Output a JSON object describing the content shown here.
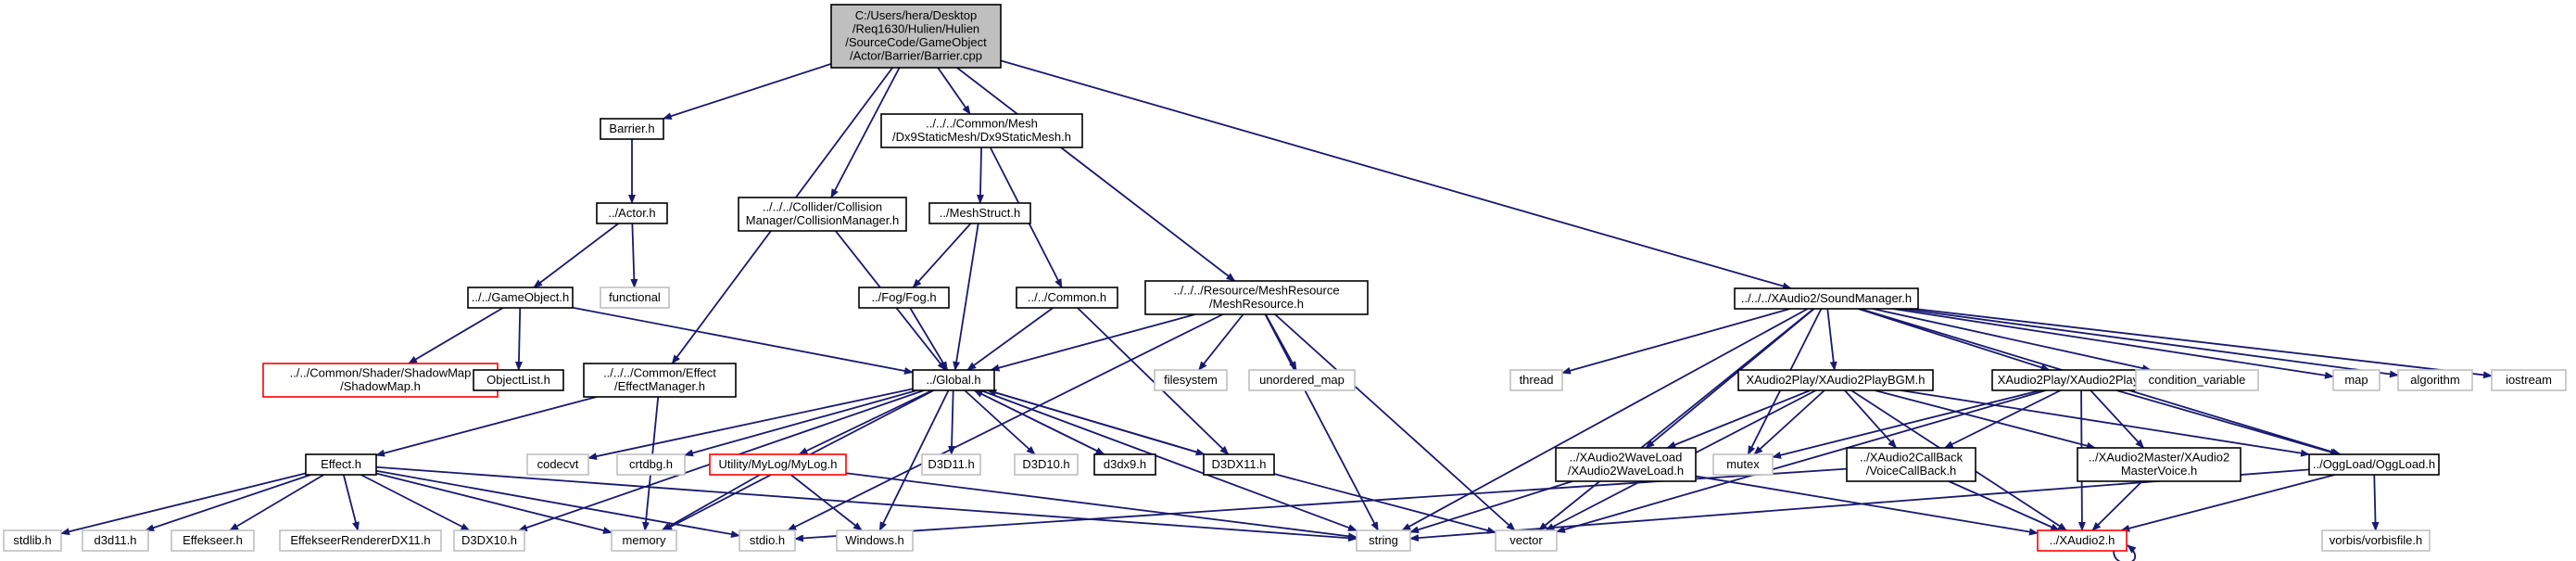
{
  "colors": {
    "edge": "#191970",
    "root_fill": "#bfbfbf",
    "node_border": "#000000",
    "external_border": "#bfbfbf",
    "external_text": "#7f7f7f",
    "incomplete_border": "#ff0000",
    "background": "#ffffff"
  },
  "nodes": [
    {
      "id": "root",
      "kind": "root",
      "lines": [
        "C:/Users/hera/Desktop",
        "/Req1630/Hulien/Hulien",
        "/SourceCode/GameObject",
        "/Actor/Barrier/Barrier.cpp"
      ]
    },
    {
      "id": "barrier_h",
      "kind": "normal",
      "lines": [
        "Barrier.h"
      ]
    },
    {
      "id": "actor_h",
      "kind": "normal",
      "lines": [
        "../Actor.h"
      ]
    },
    {
      "id": "gameobject_h",
      "kind": "normal",
      "lines": [
        "../../GameObject.h"
      ]
    },
    {
      "id": "functional",
      "kind": "external",
      "lines": [
        "functional"
      ]
    },
    {
      "id": "shadowmap_h",
      "kind": "incomplete",
      "lines": [
        "../../Common/Shader/ShadowMap",
        "/ShadowMap.h"
      ]
    },
    {
      "id": "objectlist_h",
      "kind": "normal",
      "lines": [
        "ObjectList.h"
      ]
    },
    {
      "id": "effectmanager_h",
      "kind": "normal",
      "lines": [
        "../../../Common/Effect",
        "/EffectManager.h"
      ]
    },
    {
      "id": "effect_h",
      "kind": "normal",
      "lines": [
        "Effect.h"
      ]
    },
    {
      "id": "stdlib_h",
      "kind": "external",
      "lines": [
        "stdlib.h"
      ]
    },
    {
      "id": "d3d11_lower",
      "kind": "external",
      "lines": [
        "d3d11.h"
      ]
    },
    {
      "id": "effekseer_h",
      "kind": "external",
      "lines": [
        "Effekseer.h"
      ]
    },
    {
      "id": "effekseer_dx11",
      "kind": "external",
      "lines": [
        "EffekseerRendererDX11.h"
      ]
    },
    {
      "id": "d3dx10_h",
      "kind": "external",
      "lines": [
        "D3DX10.h"
      ]
    },
    {
      "id": "memory",
      "kind": "external",
      "lines": [
        "memory"
      ]
    },
    {
      "id": "stdio_h",
      "kind": "external",
      "lines": [
        "stdio.h"
      ]
    },
    {
      "id": "windows_h",
      "kind": "external",
      "lines": [
        "Windows.h"
      ]
    },
    {
      "id": "string",
      "kind": "external",
      "lines": [
        "string"
      ]
    },
    {
      "id": "vector",
      "kind": "external",
      "lines": [
        "vector"
      ]
    },
    {
      "id": "collision_h",
      "kind": "normal",
      "lines": [
        "../../../Collider/Collision",
        "Manager/CollisionManager.h"
      ]
    },
    {
      "id": "dx9mesh_h",
      "kind": "normal",
      "lines": [
        "../../../Common/Mesh",
        "/Dx9StaticMesh/Dx9StaticMesh.h"
      ]
    },
    {
      "id": "meshstruct_h",
      "kind": "normal",
      "lines": [
        "../MeshStruct.h"
      ]
    },
    {
      "id": "fog_h",
      "kind": "normal",
      "lines": [
        "../Fog/Fog.h"
      ]
    },
    {
      "id": "common_h",
      "kind": "normal",
      "lines": [
        "../../Common.h"
      ]
    },
    {
      "id": "global_h",
      "kind": "normal",
      "lines": [
        "../Global.h"
      ]
    },
    {
      "id": "codecvt",
      "kind": "external",
      "lines": [
        "codecvt"
      ]
    },
    {
      "id": "crtdbg_h",
      "kind": "external",
      "lines": [
        "crtdbg.h"
      ]
    },
    {
      "id": "mylog_h",
      "kind": "incomplete",
      "lines": [
        "Utility/MyLog/MyLog.h"
      ]
    },
    {
      "id": "d3d11_upper",
      "kind": "external",
      "lines": [
        "D3D11.h"
      ]
    },
    {
      "id": "d3d10_h",
      "kind": "external",
      "lines": [
        "D3D10.h"
      ]
    },
    {
      "id": "d3dx9_h",
      "kind": "normal",
      "lines": [
        "d3dx9.h"
      ]
    },
    {
      "id": "d3dx11_h",
      "kind": "normal",
      "lines": [
        "D3DX11.h"
      ]
    },
    {
      "id": "meshresource_h",
      "kind": "normal",
      "lines": [
        "../../../Resource/MeshResource",
        "/MeshResource.h"
      ]
    },
    {
      "id": "filesystem",
      "kind": "external",
      "lines": [
        "filesystem"
      ]
    },
    {
      "id": "unordered_map",
      "kind": "external",
      "lines": [
        "unordered_map"
      ]
    },
    {
      "id": "soundmanager_h",
      "kind": "normal",
      "lines": [
        "../../../XAudio2/SoundManager.h"
      ]
    },
    {
      "id": "thread",
      "kind": "external",
      "lines": [
        "thread"
      ]
    },
    {
      "id": "mutex",
      "kind": "external",
      "lines": [
        "mutex"
      ]
    },
    {
      "id": "playbgm_h",
      "kind": "normal",
      "lines": [
        "XAudio2Play/XAudio2PlayBGM.h"
      ]
    },
    {
      "id": "playse_h",
      "kind": "normal",
      "lines": [
        "XAudio2Play/XAudio2PlaySE.h"
      ]
    },
    {
      "id": "waveload_h",
      "kind": "normal",
      "lines": [
        "../XAudio2WaveLoad",
        "/XAudio2WaveLoad.h"
      ]
    },
    {
      "id": "callback_h",
      "kind": "normal",
      "lines": [
        "../XAudio2CallBack",
        "/VoiceCallBack.h"
      ]
    },
    {
      "id": "mastervoice_h",
      "kind": "normal",
      "lines": [
        "../XAudio2Master/XAudio2",
        "MasterVoice.h"
      ]
    },
    {
      "id": "oggload_h",
      "kind": "normal",
      "lines": [
        "../OggLoad/OggLoad.h"
      ]
    },
    {
      "id": "xaudio2_h",
      "kind": "incomplete",
      "lines": [
        "../XAudio2.h"
      ]
    },
    {
      "id": "condition_variable",
      "kind": "external",
      "lines": [
        "condition_variable"
      ]
    },
    {
      "id": "map",
      "kind": "external",
      "lines": [
        "map"
      ]
    },
    {
      "id": "algorithm",
      "kind": "external",
      "lines": [
        "algorithm"
      ]
    },
    {
      "id": "iostream",
      "kind": "external",
      "lines": [
        "iostream"
      ]
    },
    {
      "id": "vorbisfile_h",
      "kind": "external",
      "lines": [
        "vorbis/vorbisfile.h"
      ]
    }
  ],
  "edges": [
    [
      "root",
      "barrier_h"
    ],
    [
      "root",
      "effectmanager_h"
    ],
    [
      "root",
      "collision_h"
    ],
    [
      "root",
      "dx9mesh_h"
    ],
    [
      "root",
      "meshresource_h"
    ],
    [
      "root",
      "soundmanager_h"
    ],
    [
      "barrier_h",
      "actor_h"
    ],
    [
      "actor_h",
      "gameobject_h"
    ],
    [
      "actor_h",
      "functional"
    ],
    [
      "gameobject_h",
      "shadowmap_h"
    ],
    [
      "gameobject_h",
      "objectlist_h"
    ],
    [
      "gameobject_h",
      "global_h"
    ],
    [
      "effectmanager_h",
      "effect_h"
    ],
    [
      "effectmanager_h",
      "memory"
    ],
    [
      "effect_h",
      "stdlib_h"
    ],
    [
      "effect_h",
      "d3d11_lower"
    ],
    [
      "effect_h",
      "effekseer_h"
    ],
    [
      "effect_h",
      "effekseer_dx11"
    ],
    [
      "effect_h",
      "d3dx10_h"
    ],
    [
      "effect_h",
      "memory"
    ],
    [
      "effect_h",
      "stdio_h"
    ],
    [
      "effect_h",
      "string"
    ],
    [
      "collision_h",
      "global_h"
    ],
    [
      "dx9mesh_h",
      "meshstruct_h"
    ],
    [
      "dx9mesh_h",
      "common_h"
    ],
    [
      "meshstruct_h",
      "fog_h"
    ],
    [
      "meshstruct_h",
      "global_h"
    ],
    [
      "fog_h",
      "global_h"
    ],
    [
      "common_h",
      "global_h"
    ],
    [
      "common_h",
      "d3dx11_h"
    ],
    [
      "global_h",
      "d3dx10_h"
    ],
    [
      "global_h",
      "memory"
    ],
    [
      "global_h",
      "codecvt"
    ],
    [
      "global_h",
      "crtdbg_h"
    ],
    [
      "global_h",
      "mylog_h"
    ],
    [
      "global_h",
      "d3d11_upper"
    ],
    [
      "global_h",
      "d3d10_h"
    ],
    [
      "global_h",
      "d3dx9_h"
    ],
    [
      "global_h",
      "d3dx11_h"
    ],
    [
      "global_h",
      "windows_h"
    ],
    [
      "global_h",
      "string"
    ],
    [
      "d3dx9_h",
      "global_h"
    ],
    [
      "d3dx11_h",
      "global_h"
    ],
    [
      "d3dx11_h",
      "vector"
    ],
    [
      "mylog_h",
      "memory"
    ],
    [
      "mylog_h",
      "windows_h"
    ],
    [
      "mylog_h",
      "string"
    ],
    [
      "meshresource_h",
      "global_h"
    ],
    [
      "meshresource_h",
      "filesystem"
    ],
    [
      "meshresource_h",
      "unordered_map"
    ],
    [
      "meshresource_h",
      "stdio_h"
    ],
    [
      "meshresource_h",
      "string"
    ],
    [
      "meshresource_h",
      "vector"
    ],
    [
      "soundmanager_h",
      "thread"
    ],
    [
      "soundmanager_h",
      "mutex"
    ],
    [
      "soundmanager_h",
      "playbgm_h"
    ],
    [
      "soundmanager_h",
      "playse_h"
    ],
    [
      "soundmanager_h",
      "waveload_h"
    ],
    [
      "soundmanager_h",
      "oggload_h"
    ],
    [
      "soundmanager_h",
      "condition_variable"
    ],
    [
      "soundmanager_h",
      "map"
    ],
    [
      "soundmanager_h",
      "algorithm"
    ],
    [
      "soundmanager_h",
      "iostream"
    ],
    [
      "soundmanager_h",
      "string"
    ],
    [
      "soundmanager_h",
      "vector"
    ],
    [
      "playbgm_h",
      "waveload_h"
    ],
    [
      "playbgm_h",
      "mutex"
    ],
    [
      "playbgm_h",
      "callback_h"
    ],
    [
      "playbgm_h",
      "mastervoice_h"
    ],
    [
      "playbgm_h",
      "oggload_h"
    ],
    [
      "playbgm_h",
      "xaudio2_h"
    ],
    [
      "playbgm_h",
      "vector"
    ],
    [
      "playse_h",
      "mutex"
    ],
    [
      "playse_h",
      "callback_h"
    ],
    [
      "playse_h",
      "mastervoice_h"
    ],
    [
      "playse_h",
      "oggload_h"
    ],
    [
      "playse_h",
      "xaudio2_h"
    ],
    [
      "playse_h",
      "vector"
    ],
    [
      "waveload_h",
      "xaudio2_h"
    ],
    [
      "waveload_h",
      "string"
    ],
    [
      "callback_h",
      "xaudio2_h"
    ],
    [
      "callback_h",
      "stdio_h"
    ],
    [
      "mastervoice_h",
      "xaudio2_h"
    ],
    [
      "oggload_h",
      "xaudio2_h"
    ],
    [
      "oggload_h",
      "vorbisfile_h"
    ],
    [
      "oggload_h",
      "string"
    ],
    [
      "xaudio2_h",
      "xaudio2_h"
    ]
  ]
}
